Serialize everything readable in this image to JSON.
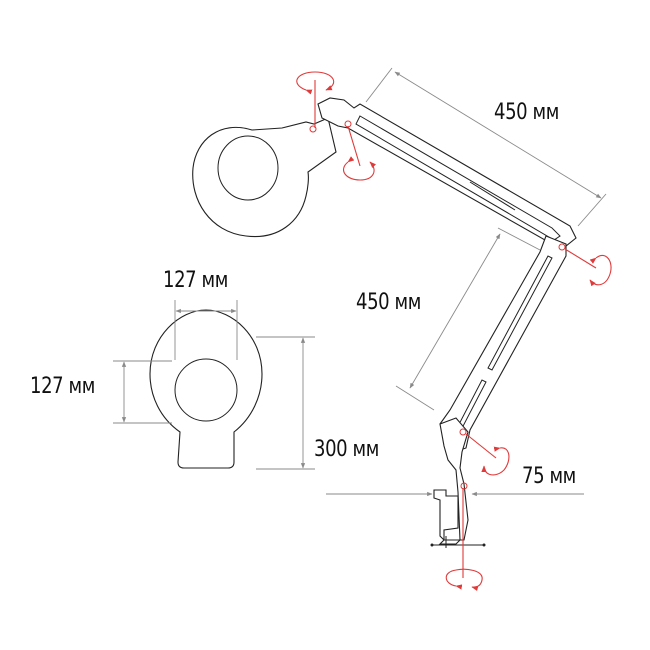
{
  "diagram": {
    "subject": "magnifier-desk-lamp-dimensions",
    "colors": {
      "outline": "#222222",
      "dimension_line": "#8a8a8a",
      "rotation_marker": "#e03a3a",
      "text": "#111111"
    },
    "labels": {
      "upper_arm_length": "450 мм",
      "lower_arm_length": "450 мм",
      "lens_width": "127 мм",
      "lens_height": "127 мм",
      "head_height": "300 мм",
      "clamp_opening": "75 мм"
    }
  }
}
